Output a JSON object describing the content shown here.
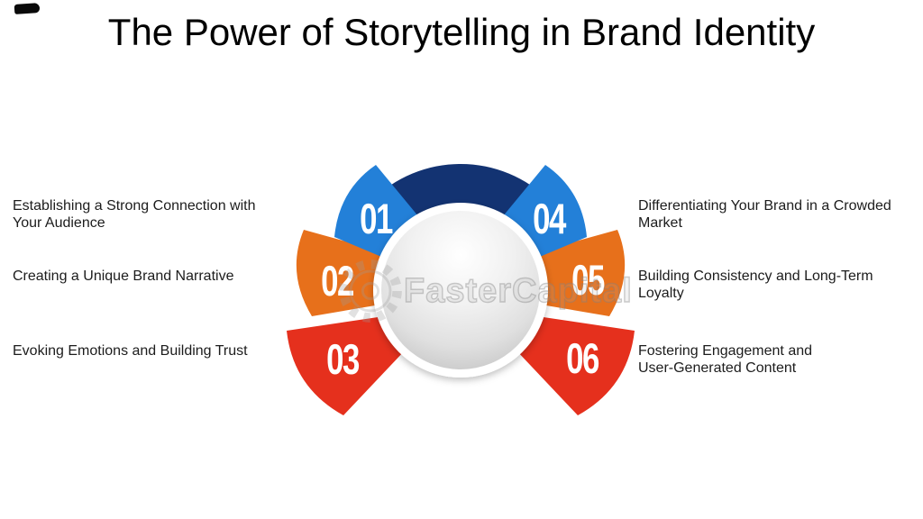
{
  "title": "The Power of Storytelling in Brand Identity",
  "watermark": {
    "text": "FasterCapital"
  },
  "diagram": {
    "type": "petal-fan-cycle",
    "description": "Six numbered petals fanned around a central sphere",
    "arc_color": "#133372",
    "center_circle_color": "#ffffff",
    "sphere_color": "#e3e3e3",
    "number_text_color": "#ffffff",
    "items": [
      {
        "number": "01",
        "side": "left",
        "color": "#2380D8",
        "label": "Establishing a Strong Connection with\nYour Audience"
      },
      {
        "number": "02",
        "side": "left",
        "color": "#E7701B",
        "label": "Creating a Unique Brand Narrative"
      },
      {
        "number": "03",
        "side": "left",
        "color": "#E5301D",
        "label": "Evoking Emotions and Building Trust"
      },
      {
        "number": "04",
        "side": "right",
        "color": "#2380D8",
        "label": "Differentiating Your Brand in a Crowded\nMarket"
      },
      {
        "number": "05",
        "side": "right",
        "color": "#E7701B",
        "label": "Building Consistency and Long-Term\nLoyalty"
      },
      {
        "number": "06",
        "side": "right",
        "color": "#E5301D",
        "label": "Fostering Engagement and\nUser-Generated Content"
      }
    ]
  }
}
